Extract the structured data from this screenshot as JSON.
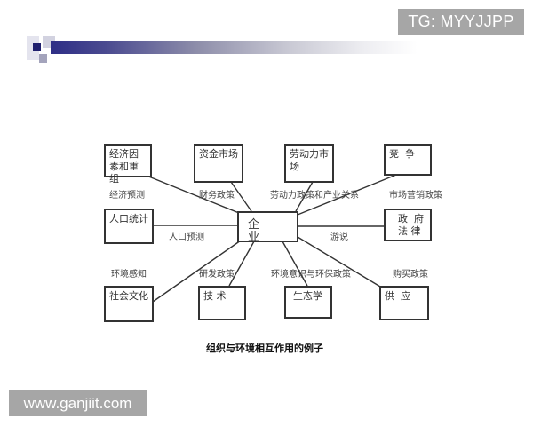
{
  "watermarks": {
    "top": "TG: MYYJJPP",
    "bottom": "www.ganjiit.com"
  },
  "slide": {
    "header_bar_colors": {
      "start": "#2e2e86",
      "end": "#ffffff"
    }
  },
  "diagram": {
    "center": {
      "label": "企 业"
    },
    "nodes": [
      {
        "id": "economy",
        "label": "经济因素和重组"
      },
      {
        "id": "capital-market",
        "label": "资金市场"
      },
      {
        "id": "labor-market",
        "label": "劳动力市场"
      },
      {
        "id": "competition",
        "label": "竞  争"
      },
      {
        "id": "demographics",
        "label": "人口统计"
      },
      {
        "id": "government-law",
        "label": "政  府 法 律"
      },
      {
        "id": "social-culture",
        "label": "社会文化"
      },
      {
        "id": "technology",
        "label": "技 术"
      },
      {
        "id": "ecology",
        "label": "生态学"
      },
      {
        "id": "supply",
        "label": "供  应"
      }
    ],
    "edge_labels": [
      {
        "id": "economy",
        "label": "经济预测"
      },
      {
        "id": "capital-market",
        "label": "财务政策"
      },
      {
        "id": "labor-market",
        "label": "劳动力政策和产业关系"
      },
      {
        "id": "competition",
        "label": "市场营销政策"
      },
      {
        "id": "demographics",
        "label": "人口预测"
      },
      {
        "id": "government-law",
        "label": "游说"
      },
      {
        "id": "social-culture",
        "label": "环境感知"
      },
      {
        "id": "technology",
        "label": "研发政策"
      },
      {
        "id": "ecology",
        "label": "环境意识与环保政策"
      },
      {
        "id": "supply",
        "label": "购买政策"
      }
    ],
    "caption": "组织与环境相互作用的例子"
  }
}
